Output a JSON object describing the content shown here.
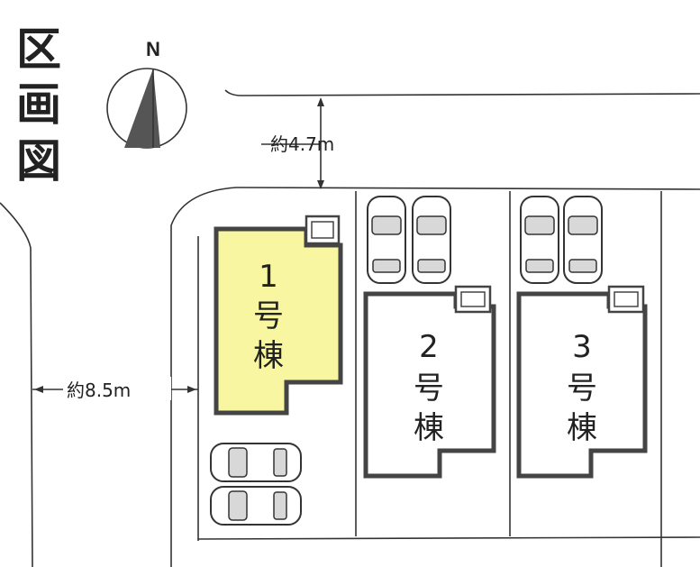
{
  "title": [
    "区",
    "画",
    "図"
  ],
  "compass": {
    "label": "N"
  },
  "dimensions": {
    "road_top": "約4.7m",
    "road_left": "約8.5m"
  },
  "lots": [
    {
      "number": "1",
      "label_chars": [
        "号",
        "棟"
      ],
      "highlighted": true,
      "color": "#f8f6a0"
    },
    {
      "number": "2",
      "label_chars": [
        "号",
        "棟"
      ],
      "highlighted": false,
      "color": "#ffffff"
    },
    {
      "number": "3",
      "label_chars": [
        "号",
        "棟"
      ],
      "highlighted": false,
      "color": "#ffffff"
    }
  ],
  "colors": {
    "line": "#333333",
    "highlight": "#f8f6a0",
    "compass_fill": "#555555"
  }
}
